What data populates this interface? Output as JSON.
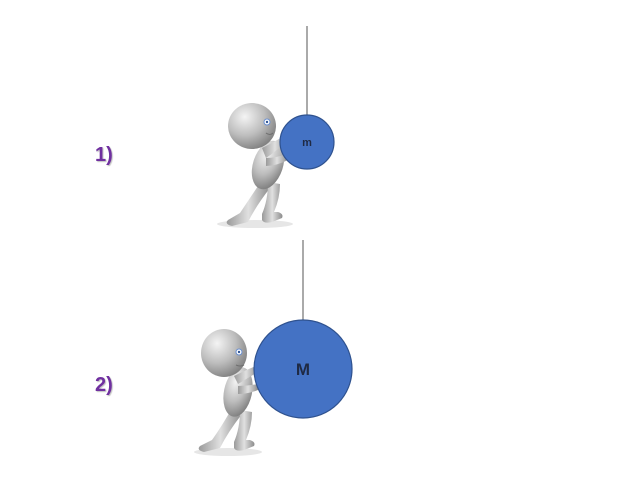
{
  "scenes": [
    {
      "label": "1)",
      "ball_label": "m",
      "ball_color": "#4472c4"
    },
    {
      "label": "2)",
      "ball_label": "M",
      "ball_color": "#4472c4"
    }
  ],
  "colors": {
    "label": "#7030a0",
    "string": "#555555",
    "figure": "#b9b9b9"
  }
}
